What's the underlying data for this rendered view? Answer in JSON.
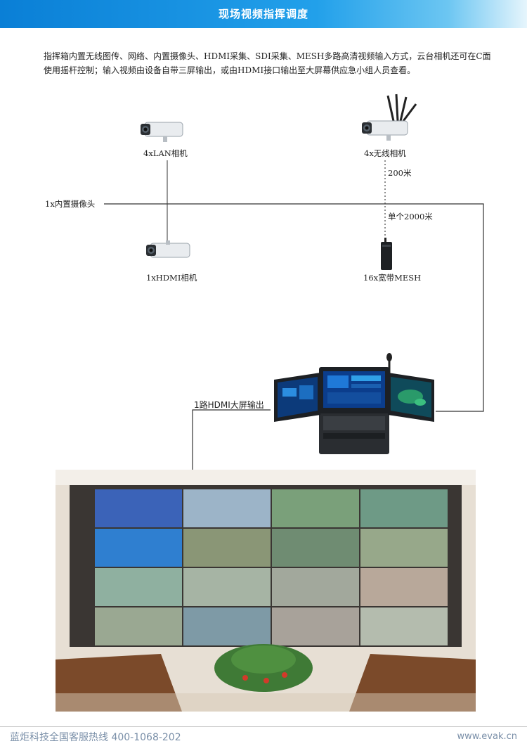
{
  "header": {
    "title": "现场视频指挥调度"
  },
  "intro": {
    "text": "指挥箱内置无线图传、网络、内置摄像头、HDMI采集、SDI采集、MESH多路高清视频输入方式，云台相机还可在C面使用摇杆控制；输入视频由设备自带三屏输出，或由HDMI接口输出至大屏幕供应急小组人员查看。"
  },
  "nodes": {
    "lan_camera": {
      "label": "4xLAN相机",
      "icon": "bullet-camera-icon"
    },
    "wireless_camera": {
      "label": "4x无线相机",
      "icon": "wireless-camera-icon"
    },
    "builtin_camera": {
      "label": "1x内置摄像头"
    },
    "hdmi_camera": {
      "label": "1xHDMI相机",
      "icon": "bullet-camera-icon"
    },
    "mesh": {
      "label": "16x宽带MESH",
      "icon": "mesh-radio-icon"
    },
    "command_box": {
      "icon": "command-box-icon"
    },
    "video_wall": {
      "icon": "video-wall-icon"
    }
  },
  "links": {
    "wireless_range": "200米",
    "mesh_range": "单个2000米",
    "hdmi_output": "1路HDMI大屏输出"
  },
  "footer": {
    "hotline": "蓝炬科技全国客服热线  400-1068-202",
    "website": "www.evak.cn"
  },
  "colors": {
    "header_start": "#0a7fd6",
    "header_end": "#e6f5fc",
    "line": "#333333",
    "footer_text": "#7a8fa8"
  }
}
